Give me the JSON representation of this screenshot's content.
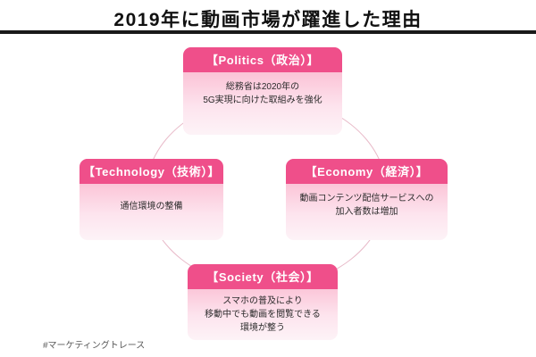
{
  "header": {
    "title": "2019年に動画市場が躍進した理由"
  },
  "diagram": {
    "shape": "circle",
    "accent_header_color": "#ef4f8a",
    "card_gradient_top": "#f8a6c2",
    "card_gradient_bottom": "#fdf3f7",
    "ring_color": "#e8b9c8",
    "cards": [
      {
        "id": "politics",
        "header": "【Politics（政治）】",
        "lines": [
          "総務省は2020年の",
          "5G実現に向けた取組みを強化"
        ]
      },
      {
        "id": "technology",
        "header": "【Technology（技術）】",
        "lines": [
          "通信環境の整備"
        ]
      },
      {
        "id": "economy",
        "header": "【Economy（経済）】",
        "lines": [
          "動画コンテンツ配信サービスへの",
          "加入者数は増加"
        ]
      },
      {
        "id": "society",
        "header": "【Society（社会）】",
        "lines": [
          "スマホの普及により",
          "移動中でも動画を閲覧できる",
          "環境が整う"
        ]
      }
    ]
  },
  "footer": {
    "credit": "#マーケティングトレース"
  }
}
